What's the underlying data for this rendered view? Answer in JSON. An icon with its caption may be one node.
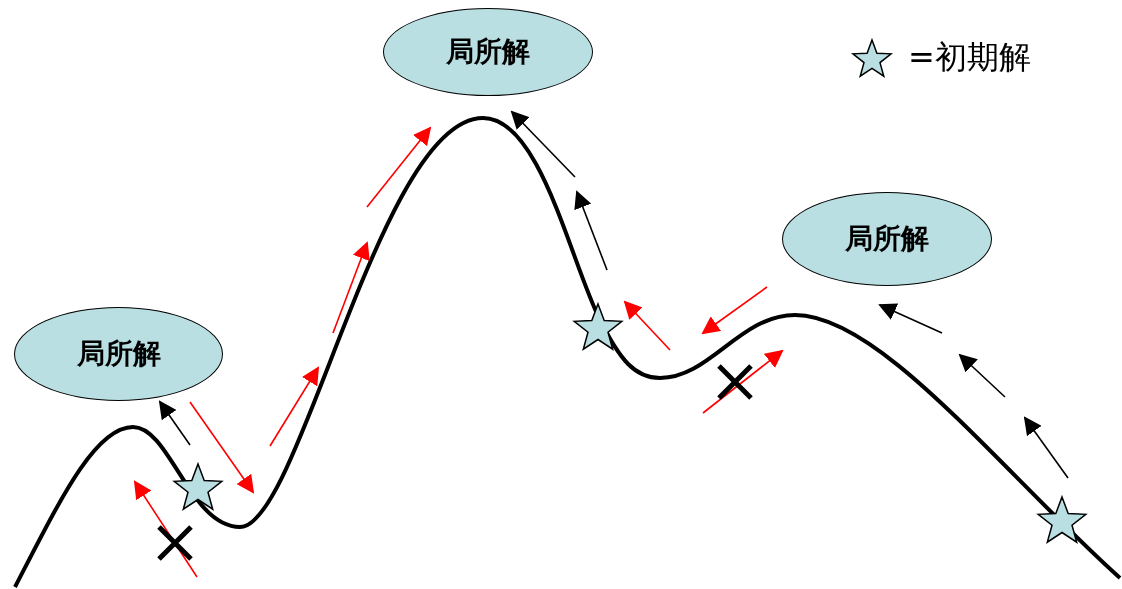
{
  "diagram": {
    "nodes": [
      {
        "text": [
          "局所解"
        ]
      },
      {
        "text": [
          "局所解"
        ]
      },
      {
        "text": [
          "局所解"
        ]
      }
    ],
    "legend": [
      {
        "text": "=初期解"
      }
    ]
  }
}
